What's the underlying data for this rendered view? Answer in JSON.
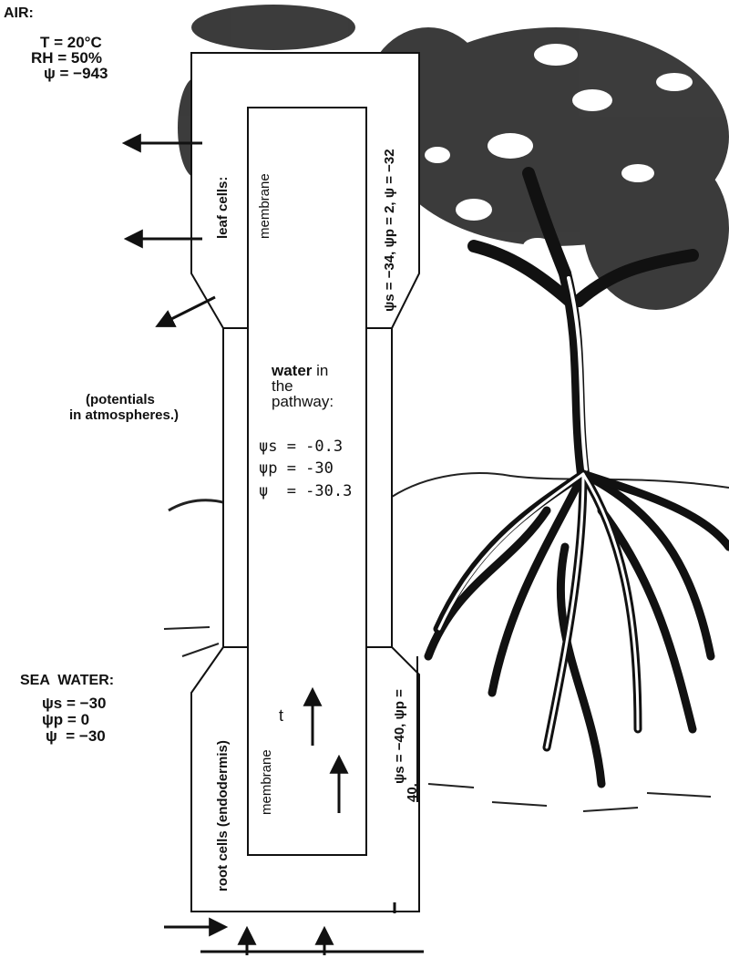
{
  "air": {
    "heading": "AIR:",
    "temp": "T = 20°C",
    "rh": "RH = 50%",
    "psi": "ψ = −943"
  },
  "potentials_note": {
    "line1": "(potentials",
    "line2": "in atmospheres.)"
  },
  "pathway": {
    "title_bold": "water",
    "title_rest": " in",
    "line2": "the",
    "line3": "pathway:",
    "psi_s": "ψs = -0.3",
    "psi_p": "ψp = -30",
    "psi": "ψ  = -30.3"
  },
  "sea_water": {
    "heading": "SEA  WATER:",
    "psi_s": "ψs = −30",
    "psi_p": "ψp = 0",
    "psi": "ψ  = −30"
  },
  "labels": {
    "leaf_cells": "leaf cells:",
    "membrane_top": "membrane",
    "membrane_bottom": "membrane",
    "root_cells": "root cells (endodermis)",
    "leaf_values": "ψs = −34, ψp = 2, ψ = −32",
    "root_values": "ψs = −40, ψp =",
    "root_values_2": "40,",
    "arrow_t": "t"
  },
  "colors": {
    "ink": "#111111",
    "background": "#ffffff"
  },
  "icons": [
    "arrow-left-icon",
    "arrow-up-icon",
    "arrow-right-icon",
    "mangrove-tree-illustration"
  ]
}
